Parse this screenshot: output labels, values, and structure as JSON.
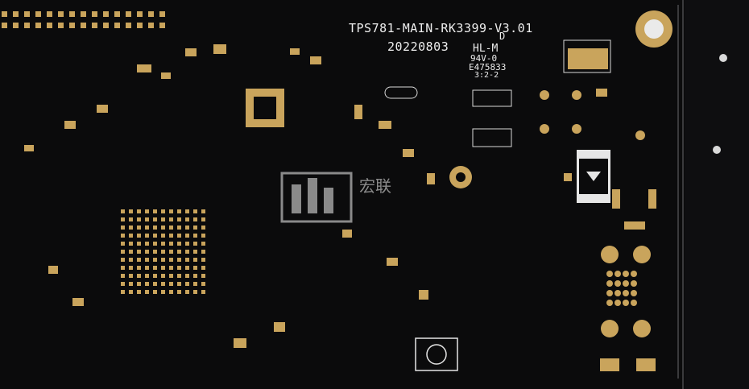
{
  "board": {
    "title": "TPS781-MAIN-RK3399-V3.01",
    "date": "20220803",
    "markings": {
      "letter": "D",
      "hl": "HL-M",
      "rating": "94V-0",
      "code": "E475833",
      "bottom": "3:2-2"
    }
  },
  "watermark": {
    "text": "宏联"
  },
  "colors": {
    "board": "#0b0b0c",
    "pad": "#c9a45c",
    "silk": "#ededed",
    "edge": "#3a3a3c"
  }
}
